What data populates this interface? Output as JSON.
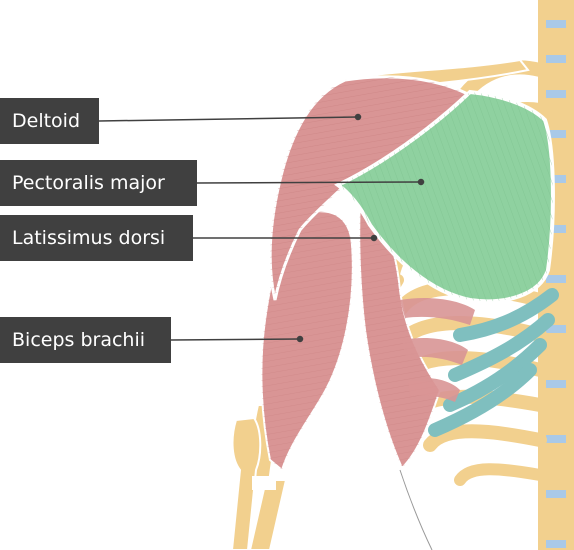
{
  "labels": {
    "deltoid": "Deltoid",
    "pectoralis_major": "Pectoralis major",
    "latissimus_dorsi": "Latissimus dorsi",
    "biceps_brachii": "Biceps brachii"
  },
  "colors": {
    "label_background": "#404040",
    "label_text": "#ffffff",
    "muscle_red": "#d99595",
    "muscle_green": "#8fd1a0",
    "bone": "#f2d08e",
    "cartilage": "#7fbfbf",
    "spine_disc": "#a9c9e8"
  }
}
